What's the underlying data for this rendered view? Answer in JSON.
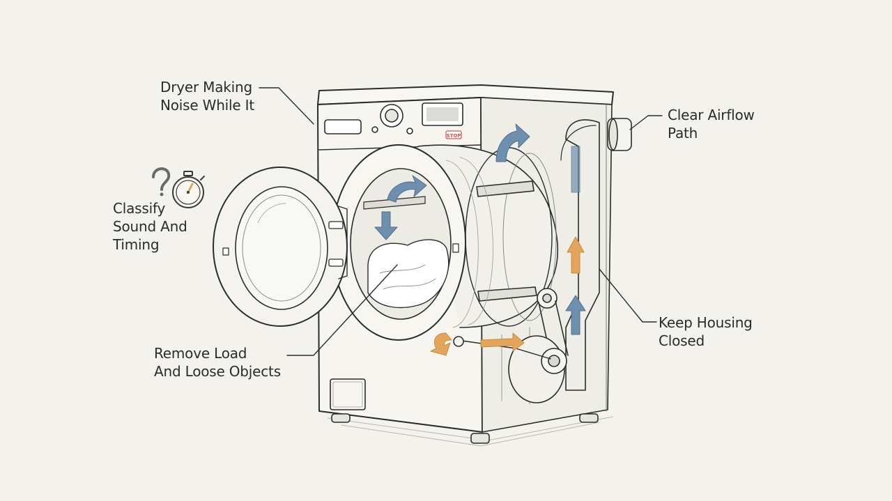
{
  "diagram": {
    "labels": {
      "noise": {
        "line1": "Dryer Making",
        "line2": "Noise While It"
      },
      "classify": {
        "line1": "Classify",
        "line2": "Sound And",
        "line3": "Timing"
      },
      "remove": {
        "line1": "Remove Load",
        "line2": "And Loose Objects"
      },
      "airflow": {
        "line1": "Clear Airflow",
        "line2": "Path"
      },
      "housing": {
        "line1": "Keep Housing",
        "line2": "Closed"
      }
    },
    "panel": {
      "stop_label": "STOP"
    },
    "icons": [
      "question-mark-icon",
      "stopwatch-icon"
    ],
    "colors": {
      "background": "#f3f2ec",
      "ink": "#2b2b2b",
      "airflow_blue": "#6f8fae",
      "heat_orange": "#e3a55a",
      "stop_red": "#d9534f"
    }
  }
}
